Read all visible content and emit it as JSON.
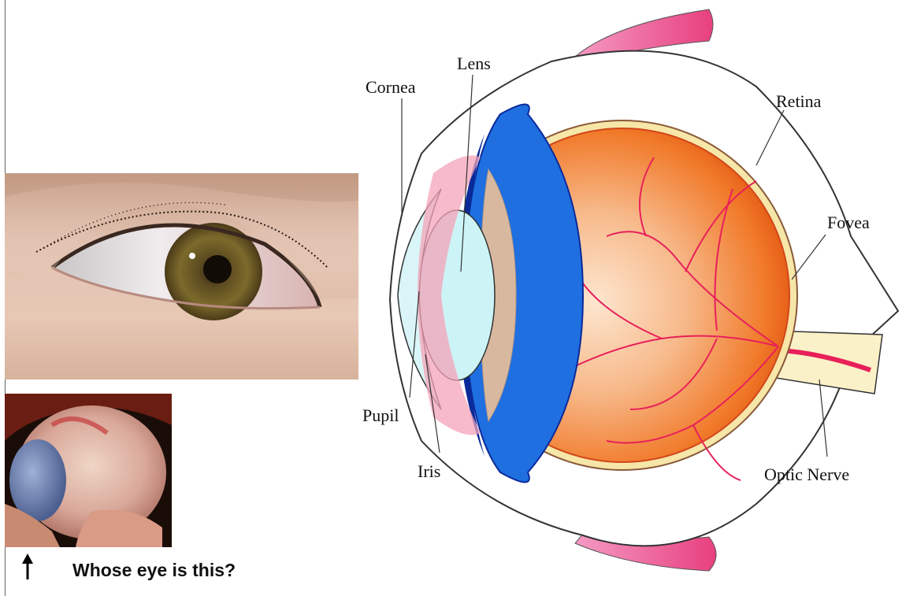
{
  "question": "Whose eye is this?",
  "diagram_labels": {
    "lens": "Lens",
    "cornea": "Cornea",
    "retina": "Retina",
    "fovea": "Fovea",
    "pupil": "Pupil",
    "iris": "Iris",
    "optic_nerve": "Optic Nerve"
  },
  "colors": {
    "eyeball": "#ef6c1e",
    "eyeball_inner": "#f8c49a",
    "vitreous_lens": "#ccf4f6",
    "iris_blue": "#1f6fe0",
    "iris_dark": "#0b2a9a",
    "ciliary": "#d8b9a0",
    "vessels": "#e8205a",
    "eyelid_pink": "#ee5a9e",
    "optic_nerve": "#faf1c8"
  }
}
